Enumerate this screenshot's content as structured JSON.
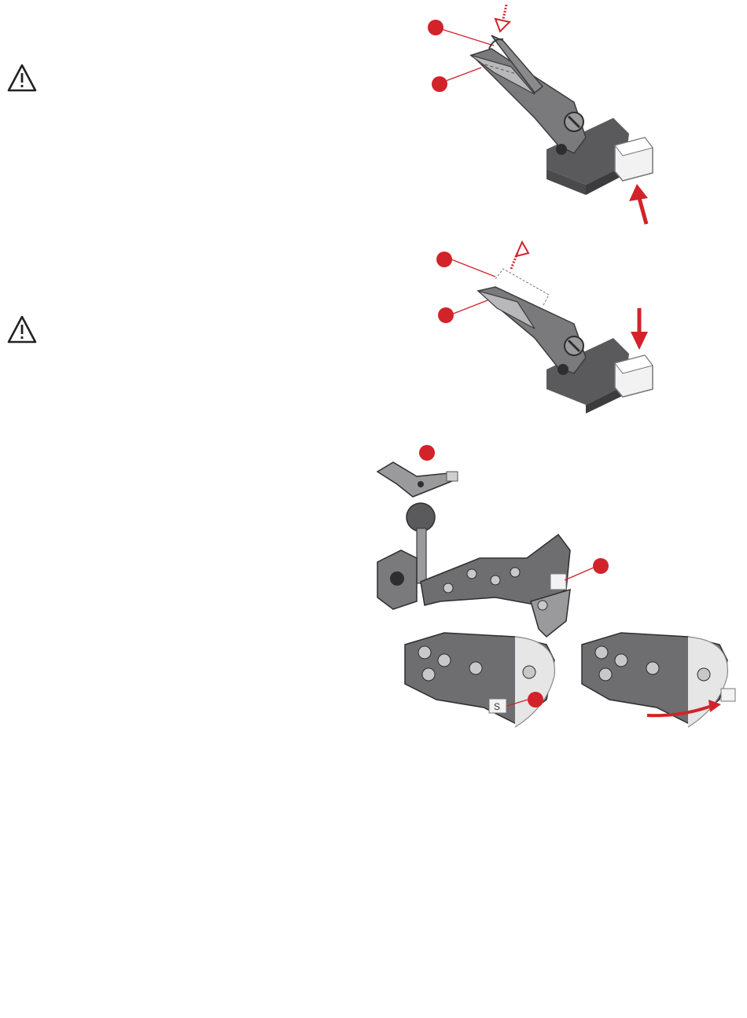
{
  "page": {
    "background": "#ffffff",
    "accent_color": "#d2232a",
    "metal_color": "#6e6e70",
    "metal_dark": "#3c3c3e",
    "metal_light": "#a8a8aa"
  },
  "icons": {
    "warning_1": "warning-triangle-icon",
    "warning_2": "warning-triangle-icon"
  },
  "figures": {
    "figure_1": {
      "name": "upper-looper-lever-engaged",
      "callouts": 2,
      "arrows": [
        "press-down-dotted",
        "push-up-solid"
      ]
    },
    "figure_2": {
      "name": "upper-looper-lever-released",
      "callouts": 2,
      "arrows": [
        "lift-up-dotted",
        "push-down-solid"
      ]
    },
    "figure_3": {
      "name": "looper-converter-assembly",
      "callouts": 2
    },
    "figure_4": {
      "name": "looper-converter-s-position",
      "callouts": 1,
      "label": "S"
    },
    "figure_5": {
      "name": "looper-converter-rotated",
      "arrows": [
        "rotate-curved"
      ]
    }
  }
}
